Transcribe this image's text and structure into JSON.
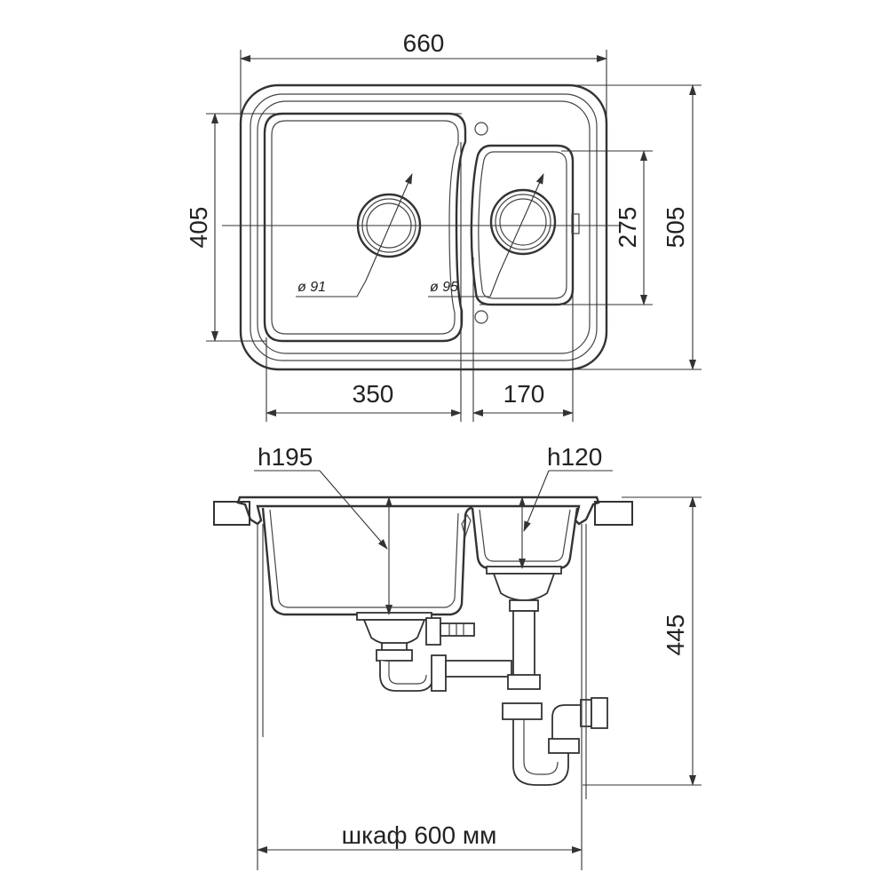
{
  "top_view": {
    "overall_width": "660",
    "overall_depth": "505",
    "large_bowl_depth": "405",
    "small_bowl_depth": "275",
    "large_bowl_width": "350",
    "small_bowl_width": "170",
    "large_drain_diameter": "ø 91",
    "small_drain_diameter": "ø 95"
  },
  "side_view": {
    "large_bowl_height": "h195",
    "small_bowl_height": "h120",
    "total_height": "445",
    "cabinet_width": "шкаф 600 мм"
  }
}
